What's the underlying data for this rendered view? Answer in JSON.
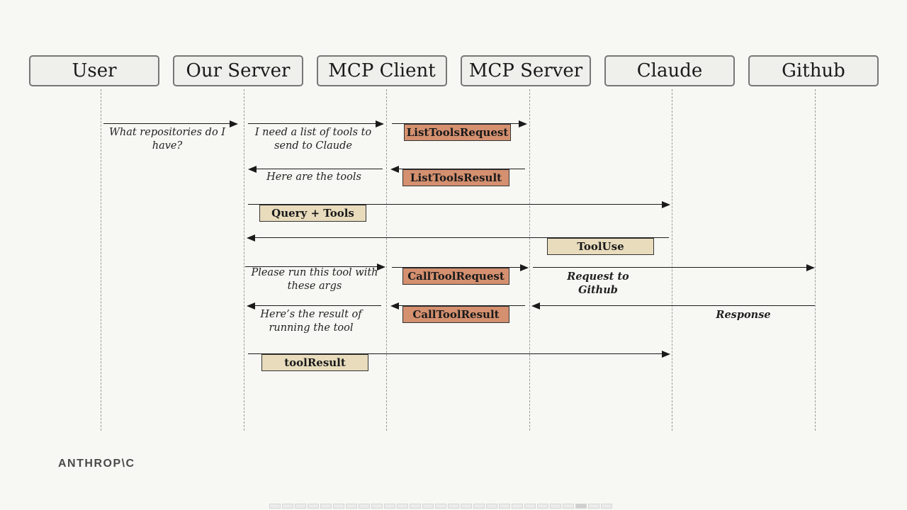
{
  "actors": [
    "User",
    "Our Server",
    "MCP Client",
    "MCP Server",
    "Claude",
    "Github"
  ],
  "labels": {
    "user_question": "What repositories do I have?",
    "need_tools": "I need a list of tools to send to Claude",
    "here_tools": "Here are the tools",
    "run_tool": "Please run this tool with these args",
    "result_tool": "Here’s the result of running the tool",
    "request_github": "Request to Github",
    "response": "Response"
  },
  "boxes": {
    "list_tools_request": "ListToolsRequest",
    "list_tools_result": "ListToolsResult",
    "query_tools": "Query + Tools",
    "tool_use": "ToolUse",
    "call_tool_request": "CallToolRequest",
    "call_tool_result": "CallToolResult",
    "tool_result": "toolResult"
  },
  "colors": {
    "protocol_box": "#d4906f",
    "llm_box": "#e8dcbd"
  },
  "logo": "ANTHROP\\C"
}
